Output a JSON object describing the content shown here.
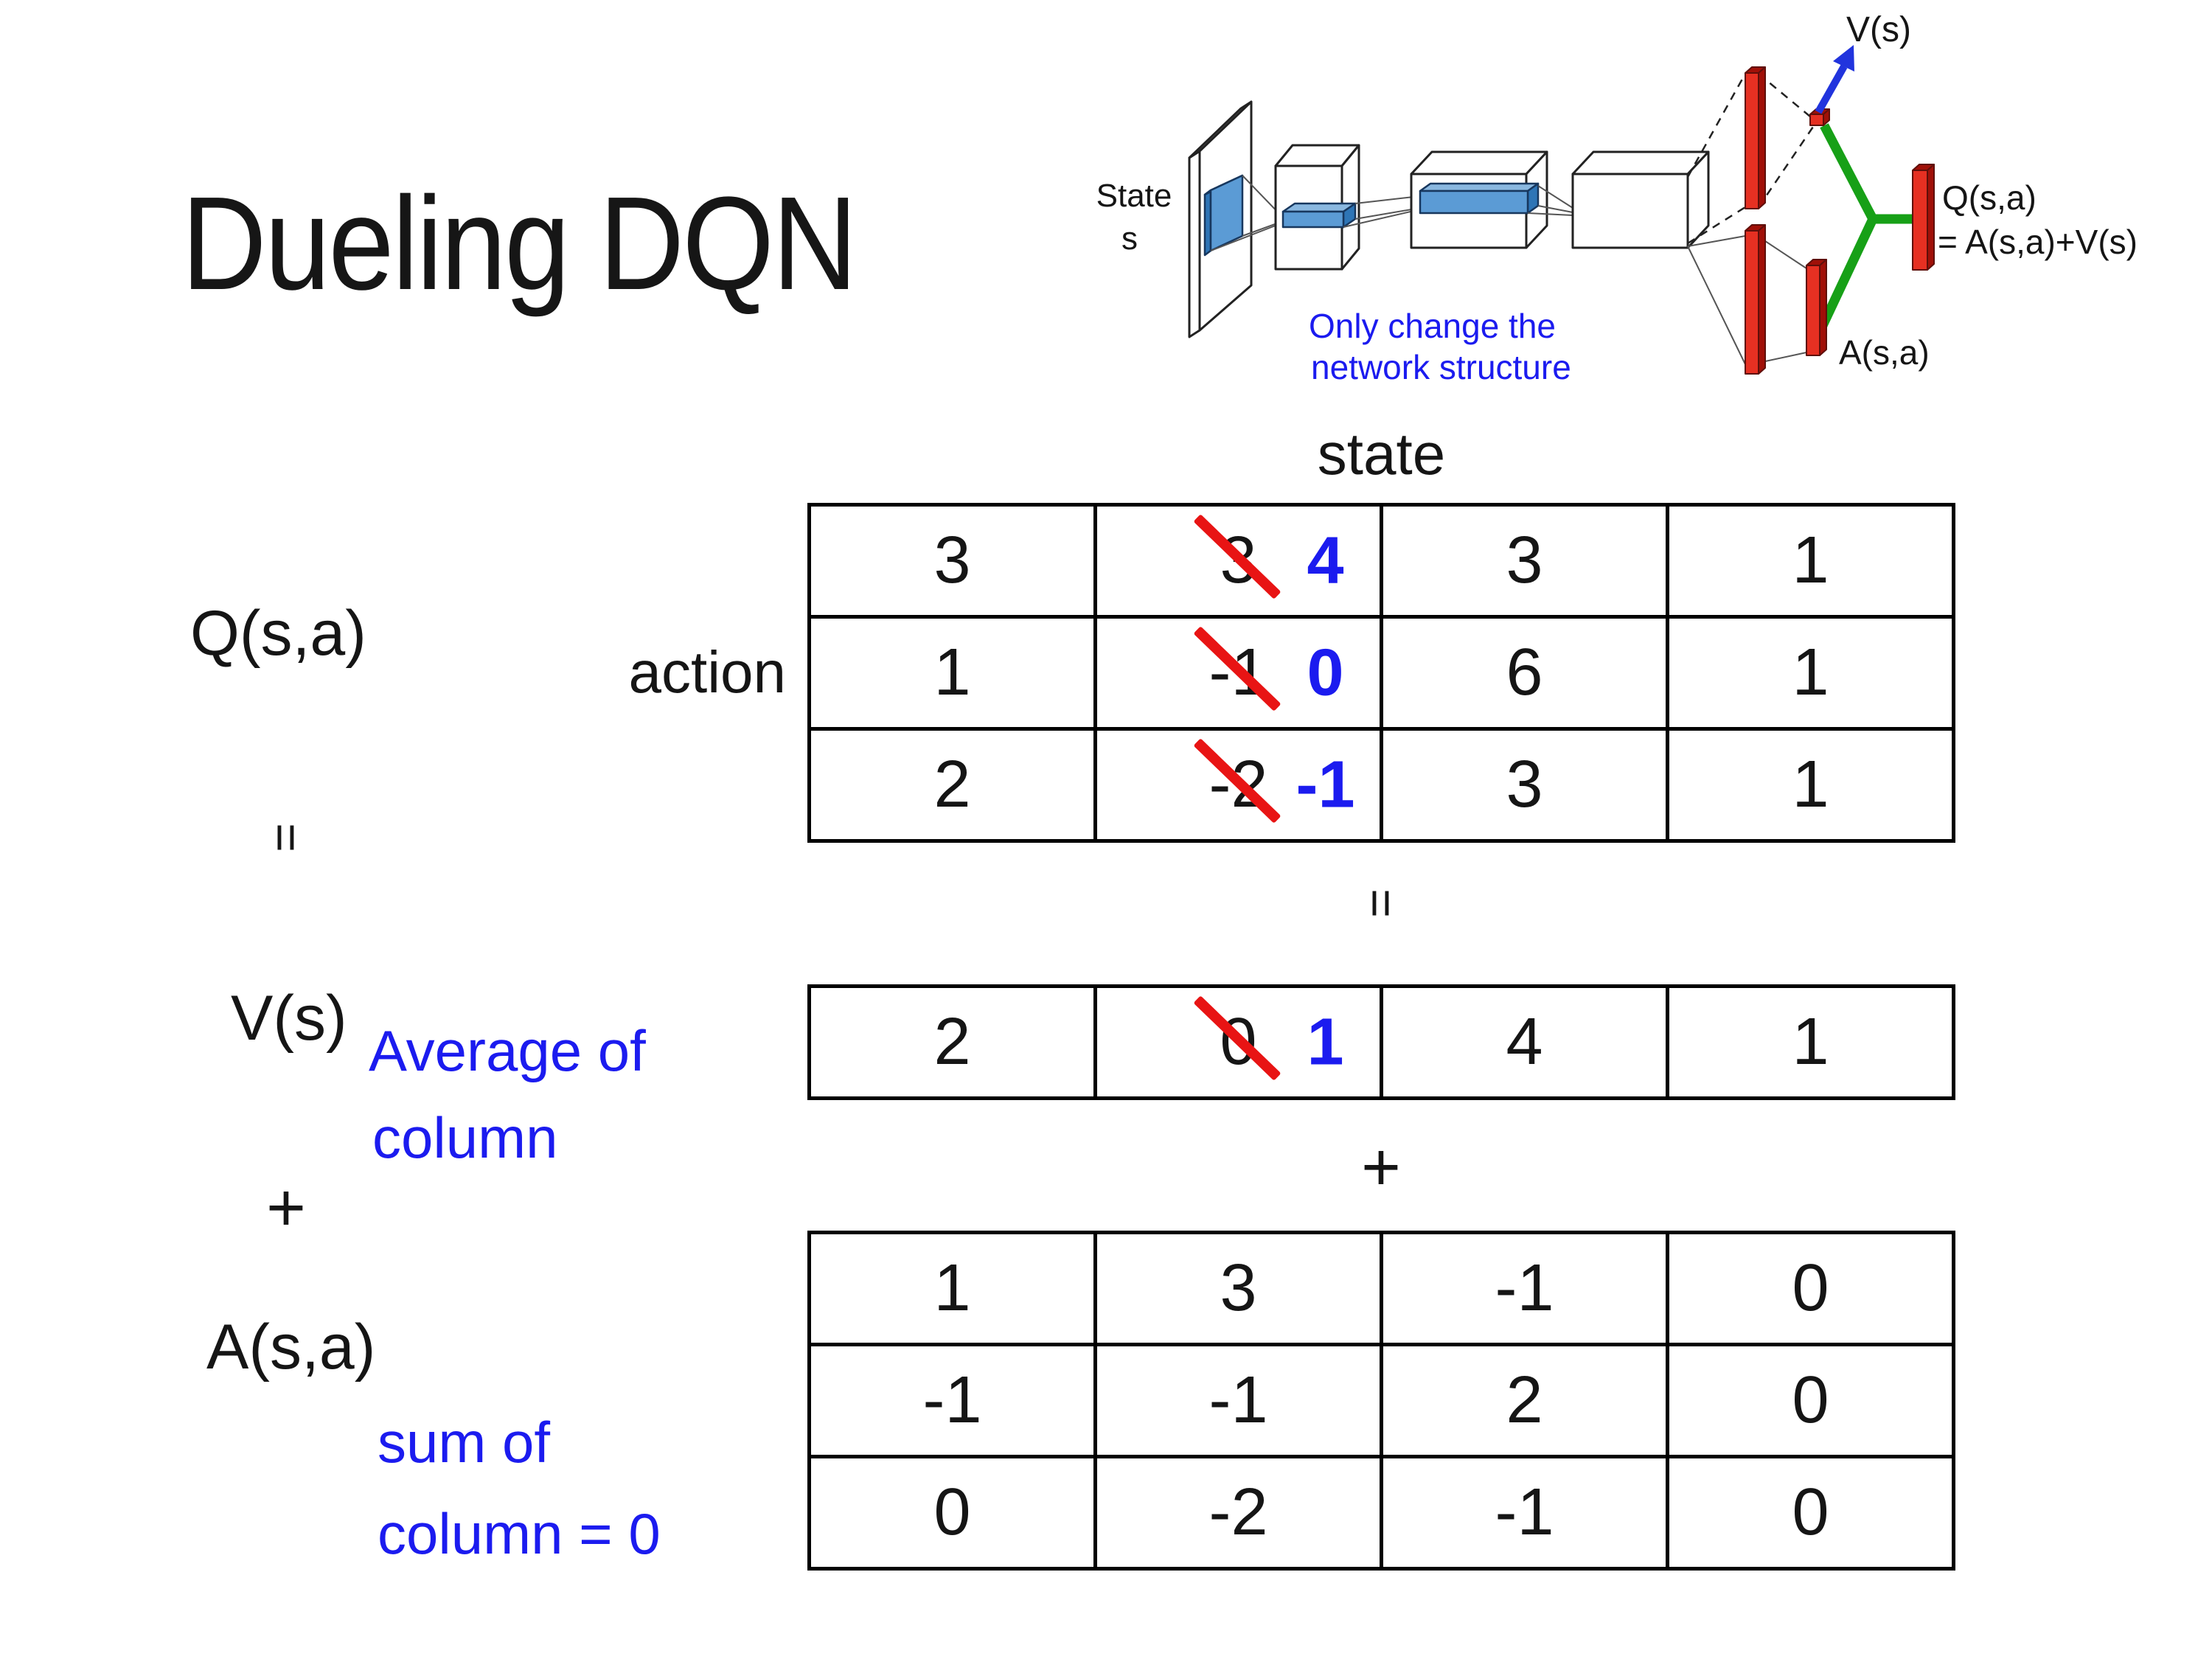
{
  "slide": {
    "title": "Dueling DQN"
  },
  "colors": {
    "accent_blue": "#1b1bef",
    "strike_red": "#e81414",
    "bar_red": "#e63022",
    "bar_red_dark": "#a01008",
    "conv_blue": "#5b9bd5",
    "conv_blue_dark": "#2e75b6",
    "conv_blue_light": "#8ab8e0",
    "link_green": "#17a017",
    "arrow_blue": "#2134dd",
    "text_black": "#151515"
  },
  "diagram": {
    "state_label": {
      "line1": "State",
      "line2": "s"
    },
    "note": {
      "line1": "Only change the",
      "line2": "network structure"
    },
    "v_label": "V(s)",
    "a_label": "A(s,a)",
    "q_label": {
      "line1": "Q(s,a)",
      "line2": "= A(s,a)+V(s)"
    }
  },
  "decomposition": {
    "q_label": "Q(s,a)",
    "equals_left": "=",
    "v_label": "V(s)",
    "plus_left": "+",
    "a_label": "A(s,a)",
    "state_header": "state",
    "action_header": "action",
    "equals_mid": "=",
    "plus_mid": "+",
    "avg_note": {
      "line1": "Average of",
      "line2": "column"
    },
    "sum_note": {
      "line1": "sum of",
      "line2": "column = 0"
    }
  },
  "tables": {
    "q": {
      "rows": [
        [
          {
            "v": "3"
          },
          {
            "v": "3",
            "strike": true,
            "nv": "4"
          },
          {
            "v": "3"
          },
          {
            "v": "1"
          }
        ],
        [
          {
            "v": "1"
          },
          {
            "v": "-1",
            "strike": true,
            "nv": "0"
          },
          {
            "v": "6"
          },
          {
            "v": "1"
          }
        ],
        [
          {
            "v": "2"
          },
          {
            "v": "-2",
            "strike": true,
            "nv": "-1"
          },
          {
            "v": "3"
          },
          {
            "v": "1"
          }
        ]
      ]
    },
    "v": {
      "rows": [
        [
          {
            "v": "2"
          },
          {
            "v": "0",
            "strike": true,
            "nv": "1"
          },
          {
            "v": "4"
          },
          {
            "v": "1"
          }
        ]
      ]
    },
    "a": {
      "rows": [
        [
          {
            "v": "1"
          },
          {
            "v": "3"
          },
          {
            "v": "-1"
          },
          {
            "v": "0"
          }
        ],
        [
          {
            "v": "-1"
          },
          {
            "v": "-1"
          },
          {
            "v": "2"
          },
          {
            "v": "0"
          }
        ],
        [
          {
            "v": "0"
          },
          {
            "v": "-2"
          },
          {
            "v": "-1"
          },
          {
            "v": "0"
          }
        ]
      ]
    }
  }
}
